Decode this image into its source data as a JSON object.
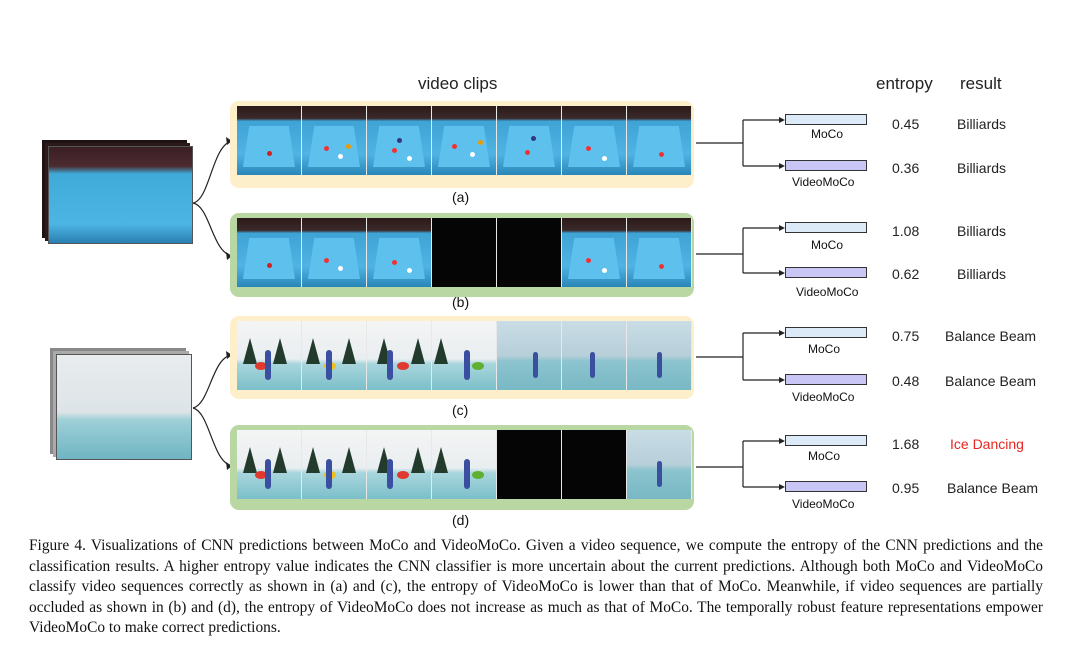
{
  "headers": {
    "video_clips": "video clips",
    "entropy": "entropy",
    "result": "result"
  },
  "rows": [
    {
      "label": "(a)",
      "panel_color": "yellow",
      "moco": {
        "name": "MoCo",
        "entropy": "0.45",
        "result": "Billiards"
      },
      "videomoco": {
        "name": "VideoMoCo",
        "entropy": "0.36",
        "result": "Billiards"
      }
    },
    {
      "label": "(b)",
      "panel_color": "green",
      "moco": {
        "name": "MoCo",
        "entropy": "1.08",
        "result": "Billiards"
      },
      "videomoco": {
        "name": "VideoMoCo",
        "entropy": "0.62",
        "result": "Billiards"
      }
    },
    {
      "label": "(c)",
      "panel_color": "yellow",
      "moco": {
        "name": "MoCo",
        "entropy": "0.75",
        "result": "Balance Beam"
      },
      "videomoco": {
        "name": "VideoMoCo",
        "entropy": "0.48",
        "result": "Balance Beam"
      }
    },
    {
      "label": "(d)",
      "panel_color": "green",
      "moco": {
        "name": "MoCo",
        "entropy": "1.68",
        "result": "Ice Dancing",
        "result_color": "#e8261e"
      },
      "videomoco": {
        "name": "VideoMoCo",
        "entropy": "0.95",
        "result": "Balance Beam"
      }
    }
  ],
  "caption": "Figure 4. Visualizations of CNN predictions between MoCo and VideoMoCo. Given a video sequence, we compute the entropy of the CNN predictions and the classification results. A higher entropy value indicates the CNN classifier is more uncertain about the current predictions. Although both MoCo and VideoMoCo classify video sequences correctly as shown in (a) and (c), the entropy of VideoMoCo is lower than that of MoCo. Meanwhile, if video sequences are partially occluded as shown in (b) and (d), the entropy of VideoMoCo does not increase as much as that of MoCo. The temporally robust feature representations empower VideoMoCo to make correct predictions."
}
